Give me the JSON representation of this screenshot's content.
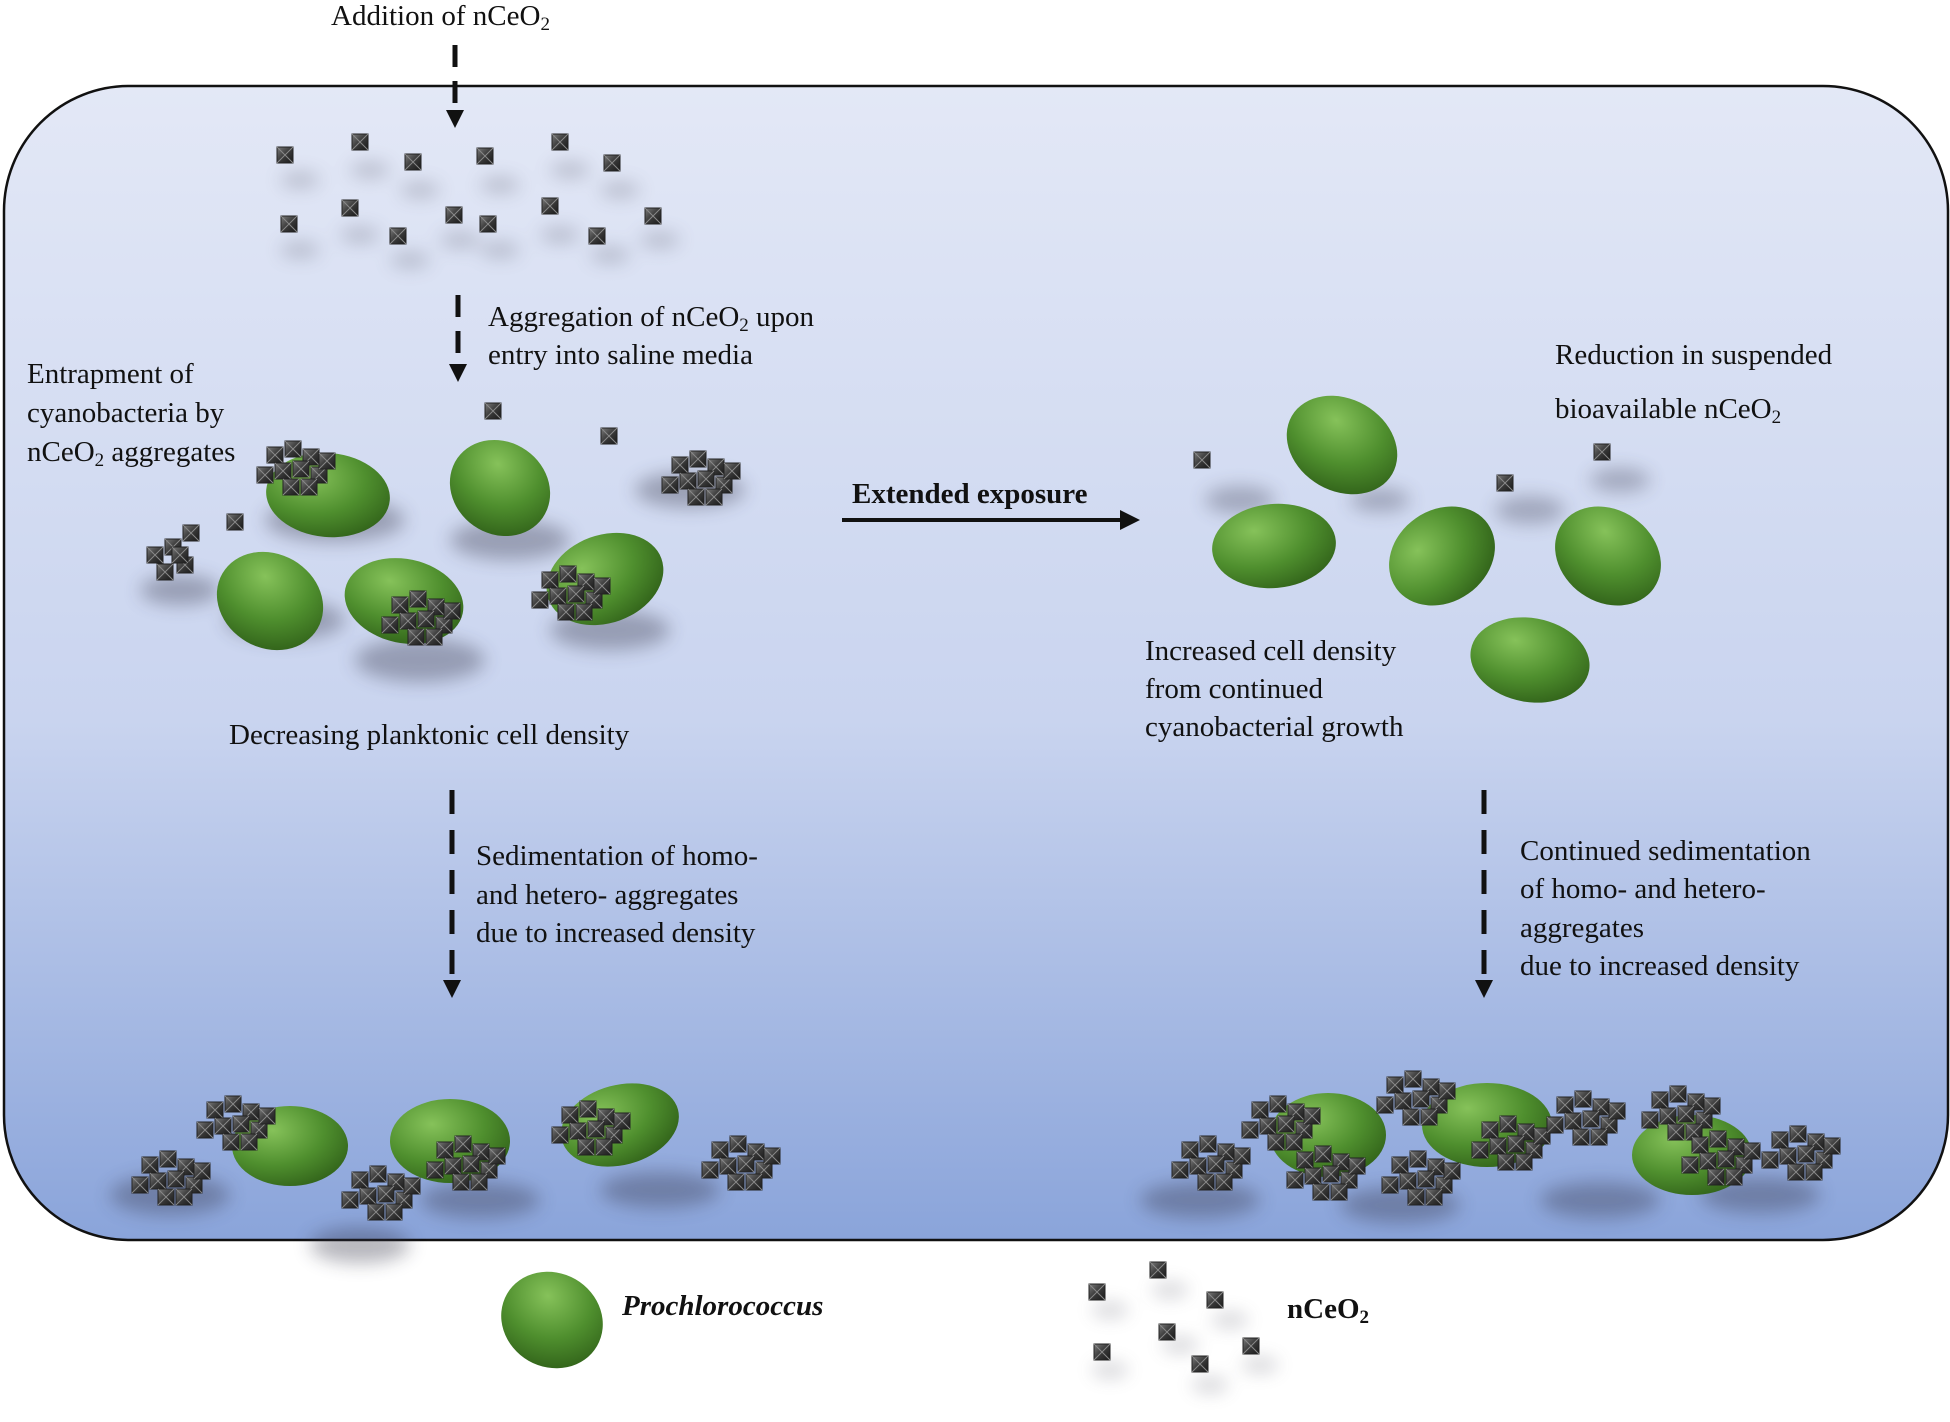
{
  "labels": {
    "addition": {
      "pre": "Addition of nCeO",
      "sub": "2",
      "post": ""
    },
    "aggregation_1": {
      "pre": "Aggregation  of nCeO",
      "sub": "2",
      "post": " upon"
    },
    "aggregation_2": "entry into saline media",
    "entrapment_1": "Entrapment of",
    "entrapment_2": "cyanobacteria by",
    "entrapment_3": {
      "pre": "nCeO",
      "sub": "2",
      "post": " aggregates"
    },
    "decreasing": "Decreasing planktonic cell density",
    "extended": "Extended exposure",
    "reduction_1": "Reduction in suspended",
    "reduction_2": {
      "pre": "bioavailable  nCeO",
      "sub": "2",
      "post": ""
    },
    "increased_1": "Increased cell density",
    "increased_2": "from continued",
    "increased_3": "cyanobacterial growth",
    "sed_left_1": "Sedimentation of homo-",
    "sed_left_2": "and hetero- aggregates",
    "sed_left_3": "due to increased density",
    "sed_right_1": "Continued sedimentation",
    "sed_right_2": "of homo- and hetero-",
    "sed_right_3": "aggregates",
    "sed_right_4": "due to increased density"
  },
  "legend": {
    "cell": "Prochlorococcus",
    "particle": {
      "pre": "nCeO",
      "sub": "2",
      "post": ""
    }
  },
  "colors": {
    "container_top": "#e3e8f6",
    "container_bottom": "#8aa4da",
    "cell": "#4f8f2e",
    "particle": "#3c3c3c"
  }
}
